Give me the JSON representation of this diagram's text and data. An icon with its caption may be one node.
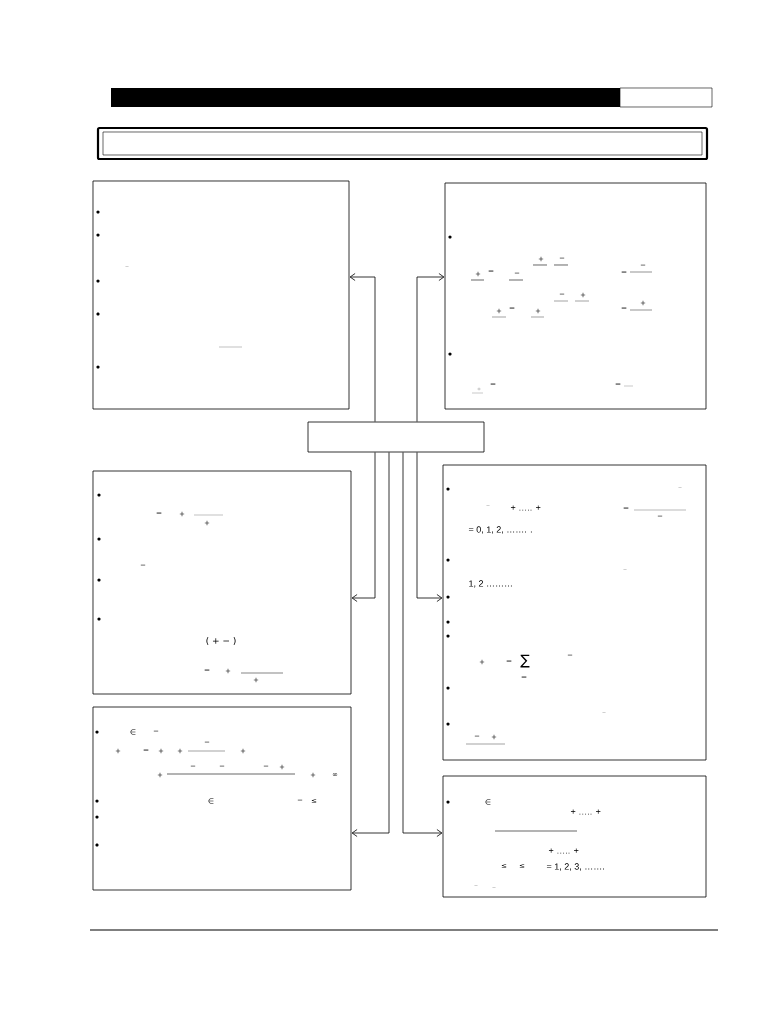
{
  "diagram": {
    "nodes": [
      {
        "text": [
          "−"
        ]
      },
      {
        "text": [
          "+",
          "−",
          "−",
          "+",
          "−",
          "−",
          "−",
          "−",
          "+",
          "+",
          "+",
          "−",
          "+",
          "−",
          "−",
          "−",
          "+"
        ]
      },
      {
        "text": [],
        "shape": "box"
      },
      {
        "text": [
          "−",
          "+",
          "+",
          "−",
          "( + − )",
          "−",
          "+",
          "+"
        ]
      },
      {
        "text": [
          "−",
          "−",
          "+ ….. +",
          "−",
          "−",
          "= 0, 1, 2, ……. .",
          "−",
          "1, 2 ………",
          "−",
          "+",
          "−",
          "∑",
          "−",
          "−",
          "−",
          "+"
        ]
      },
      {
        "text": [
          "∈",
          "−",
          "−",
          "+",
          "−",
          "+",
          "+",
          "+",
          "−",
          "−",
          "−",
          "+",
          "+",
          "+",
          "∞",
          "∈",
          "−",
          "≤"
        ]
      },
      {
        "text": [
          "∈",
          "+ ….. +",
          "+ ….. +",
          "≤",
          "≤",
          "= 1, 2, 3, …….",
          "−",
          "−"
        ]
      }
    ],
    "edges": [
      {
        "from": 2,
        "to": 0,
        "arrow": "to"
      },
      {
        "from": 2,
        "to": 1,
        "arrow": "to"
      },
      {
        "from": 2,
        "to": 3,
        "arrow": "to"
      },
      {
        "from": 2,
        "to": 4,
        "arrow": "to"
      },
      {
        "from": 2,
        "to": 5,
        "arrow": "to"
      },
      {
        "from": 2,
        "to": 6,
        "arrow": "to"
      }
    ]
  }
}
